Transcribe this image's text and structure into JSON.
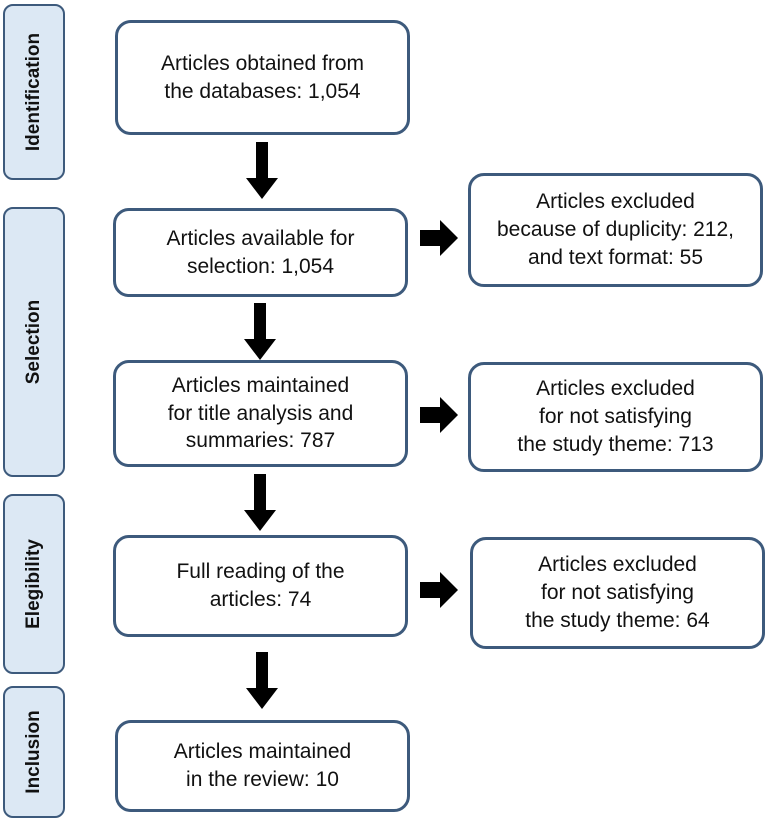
{
  "stages": {
    "identification": "Identification",
    "selection": "Selection",
    "eligibility": "Elegibility",
    "inclusion": "Inclusion"
  },
  "boxes": {
    "obtained": "Articles obtained from\nthe databases: 1,054",
    "available": "Articles available for\nselection: 1,054",
    "excluded_duplicity": "Articles excluded\nbecause of duplicity: 212,\nand text format: 55",
    "maintained_title": "Articles maintained\nfor title analysis and\nsummaries: 787",
    "excluded_theme_713": "Articles excluded\nfor not satisfying\nthe study theme: 713",
    "full_reading": "Full reading of the\narticles: 74",
    "excluded_theme_64": "Articles excluded\nfor not satisfying\nthe study theme: 64",
    "maintained_review": "Articles maintained\nin the review: 10"
  },
  "colors": {
    "stage_fill": "#dce8f4",
    "border": "#3d5a7c",
    "arrow": "#000000"
  }
}
